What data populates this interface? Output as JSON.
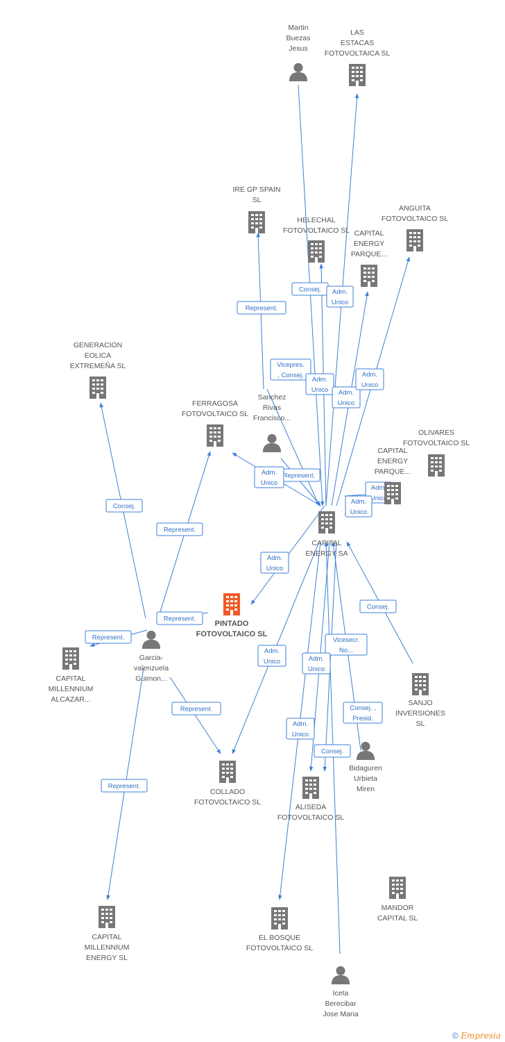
{
  "colors": {
    "edge": "#3b7fd9",
    "node": "#777777",
    "focus": "#f05a28",
    "text": "#555555"
  },
  "nodes": [
    {
      "id": "martin",
      "type": "person",
      "label": [
        "Martin",
        "Buezas",
        "Jesus"
      ]
    },
    {
      "id": "estacas",
      "type": "company",
      "label": [
        "LAS",
        "ESTACAS",
        "FOTOVOLTAICA SL"
      ]
    },
    {
      "id": "iregp",
      "type": "company",
      "label": [
        "IRE GP SPAIN",
        "SL"
      ]
    },
    {
      "id": "helechal",
      "type": "company",
      "label": [
        "HELECHAL",
        "FOTOVOLTAICO SL"
      ]
    },
    {
      "id": "cepark1",
      "type": "company",
      "label": [
        "CAPITAL",
        "ENERGY",
        "PARQUE..."
      ]
    },
    {
      "id": "anguita",
      "type": "company",
      "label": [
        "ANGUITA",
        "FOTOVOLTAICO SL"
      ]
    },
    {
      "id": "geneolica",
      "type": "company",
      "label": [
        "GENERACION",
        "EOLICA",
        "EXTREMEÑA SL"
      ]
    },
    {
      "id": "ferragosa",
      "type": "company",
      "label": [
        "FERRAGOSA",
        "FOTOVOLTAICO SL"
      ]
    },
    {
      "id": "sanchez",
      "type": "person",
      "label": [
        "Sanchez",
        "Rivas",
        "Francisco..."
      ]
    },
    {
      "id": "olivares",
      "type": "company",
      "label": [
        "OLIVARES",
        "FOTOVOLTAICO SL"
      ]
    },
    {
      "id": "cepark2",
      "type": "company",
      "label": [
        "CAPITAL",
        "ENERGY",
        "PARQUE..."
      ]
    },
    {
      "id": "capenergy",
      "type": "company",
      "label": [
        "CAPITAL",
        "ENERGY SA"
      ]
    },
    {
      "id": "pintado",
      "type": "focus",
      "label": [
        "PINTADO",
        "FOTOVOLTAICO SL"
      ]
    },
    {
      "id": "garcia",
      "type": "person",
      "label": [
        "Garcia-",
        "valenzuela",
        "Guimon..."
      ]
    },
    {
      "id": "cmalcazar",
      "type": "company",
      "label": [
        "CAPITAL",
        "MILLENNIUM",
        "ALCAZAR..."
      ]
    },
    {
      "id": "sanjo",
      "type": "company",
      "label": [
        "SANJO",
        "INVERSIONES",
        "SL"
      ]
    },
    {
      "id": "bidaguren",
      "type": "person",
      "label": [
        "Bidaguren",
        "Urbieta",
        "Miren"
      ]
    },
    {
      "id": "collado",
      "type": "company",
      "label": [
        "COLLADO",
        "FOTOVOLTAICO SL"
      ]
    },
    {
      "id": "aliseda",
      "type": "company",
      "label": [
        "ALISEDA",
        "FOTOVOLTAICO SL"
      ]
    },
    {
      "id": "mandor",
      "type": "company",
      "label": [
        "MANDOR",
        "CAPITAL  SL"
      ]
    },
    {
      "id": "cmenergy",
      "type": "company",
      "label": [
        "CAPITAL",
        "MILLENNIUM",
        "ENERGY SL"
      ]
    },
    {
      "id": "bosque",
      "type": "company",
      "label": [
        "EL BOSQUE",
        "FOTOVOLTAICO SL"
      ]
    },
    {
      "id": "iceta",
      "type": "person",
      "label": [
        "Iceta",
        "Berecibar",
        "Jose Maria"
      ]
    }
  ],
  "relations": [
    [
      "Represent."
    ],
    [
      "Consej."
    ],
    [
      "Adm.",
      "Unico"
    ],
    [
      "Vicepres.",
      ", Consej."
    ],
    [
      "Adm.",
      "Unico"
    ],
    [
      "Adm.",
      "Unico"
    ],
    [
      "Adm.",
      "Unico"
    ],
    [
      "Adm.",
      "Unico"
    ],
    [
      "Represent."
    ],
    [
      "Adm.",
      "Unico"
    ],
    [
      "Adm.",
      "Unico"
    ],
    [
      "Consej."
    ],
    [
      "Represent."
    ],
    [
      "Adm.",
      "Unico"
    ],
    [
      "Represent."
    ],
    [
      "Represent."
    ],
    [
      "Represent."
    ],
    [
      "Consej."
    ],
    [
      "Adm.",
      "Unico"
    ],
    [
      "Vicesecr.",
      "No..."
    ],
    [
      "Adm.",
      "Unico"
    ],
    [
      "Consej. ,",
      "Presid."
    ],
    [
      "Adm.",
      "Unico"
    ],
    [
      "Consej."
    ],
    [
      "Represent."
    ]
  ],
  "footer": {
    "copyright": "©",
    "brand": "Empresia"
  }
}
